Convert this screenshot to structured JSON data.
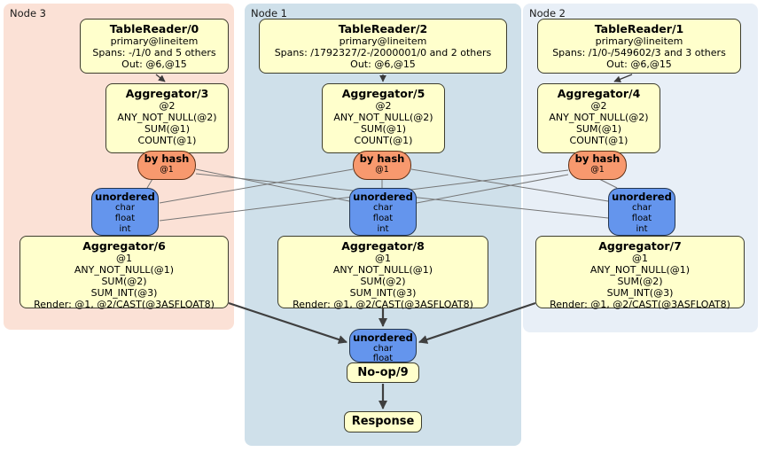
{
  "nodes": [
    {
      "label": "Node 3",
      "table_reader": {
        "title": "TableReader/0",
        "rows": [
          "primary@lineitem",
          "Spans: -/1/0 and 5 others",
          "Out: @6,@15"
        ]
      },
      "aggregator": {
        "title": "Aggregator/3",
        "rows": [
          "@2",
          "ANY_NOT_NULL(@2)",
          "SUM(@1)",
          "COUNT(@1)"
        ]
      },
      "router": {
        "title": "by hash",
        "detail": "@1"
      },
      "sync": {
        "title": "unordered",
        "rows": [
          "char",
          "float",
          "int"
        ]
      },
      "final_aggregator": {
        "title": "Aggregator/6",
        "rows": [
          "@1",
          "ANY_NOT_NULL(@1)",
          "SUM(@2)",
          "SUM_INT(@3)",
          "Render: @1, @2/CAST(@3ASFLOAT8)"
        ]
      }
    },
    {
      "label": "Node 1",
      "table_reader": {
        "title": "TableReader/2",
        "rows": [
          "primary@lineitem",
          "Spans: /1792327/2-/2000001/0 and 2 others",
          "Out: @6,@15"
        ]
      },
      "aggregator": {
        "title": "Aggregator/5",
        "rows": [
          "@2",
          "ANY_NOT_NULL(@2)",
          "SUM(@1)",
          "COUNT(@1)"
        ]
      },
      "router": {
        "title": "by hash",
        "detail": "@1"
      },
      "sync": {
        "title": "unordered",
        "rows": [
          "char",
          "float",
          "int"
        ]
      },
      "final_aggregator": {
        "title": "Aggregator/8",
        "rows": [
          "@1",
          "ANY_NOT_NULL(@1)",
          "SUM(@2)",
          "SUM_INT(@3)",
          "Render: @1, @2/CAST(@3ASFLOAT8)"
        ]
      }
    },
    {
      "label": "Node 2",
      "table_reader": {
        "title": "TableReader/1",
        "rows": [
          "primary@lineitem",
          "Spans: /1/0-/549602/3 and 3 others",
          "Out: @6,@15"
        ]
      },
      "aggregator": {
        "title": "Aggregator/4",
        "rows": [
          "@2",
          "ANY_NOT_NULL(@2)",
          "SUM(@1)",
          "COUNT(@1)"
        ]
      },
      "router": {
        "title": "by hash",
        "detail": "@1"
      },
      "sync": {
        "title": "unordered",
        "rows": [
          "char",
          "float",
          "int"
        ]
      },
      "final_aggregator": {
        "title": "Aggregator/7",
        "rows": [
          "@1",
          "ANY_NOT_NULL(@1)",
          "SUM(@2)",
          "SUM_INT(@3)",
          "Render: @1, @2/CAST(@3ASFLOAT8)"
        ]
      }
    }
  ],
  "output": {
    "sync": {
      "title": "unordered",
      "rows": [
        "char",
        "float"
      ]
    },
    "noop": {
      "title": "No-op/9"
    },
    "response": {
      "title": "Response"
    }
  },
  "colors": {
    "node3_bg": "#fbe1d6",
    "node1_bg": "#cfe0ea",
    "node2_bg": "#e8eff7",
    "processor_bg": "#ffffcc",
    "router_bg": "#f8996e",
    "sync_bg": "#6495ed",
    "edge_dark": "#3f3f3f",
    "edge_light": "#767676"
  }
}
